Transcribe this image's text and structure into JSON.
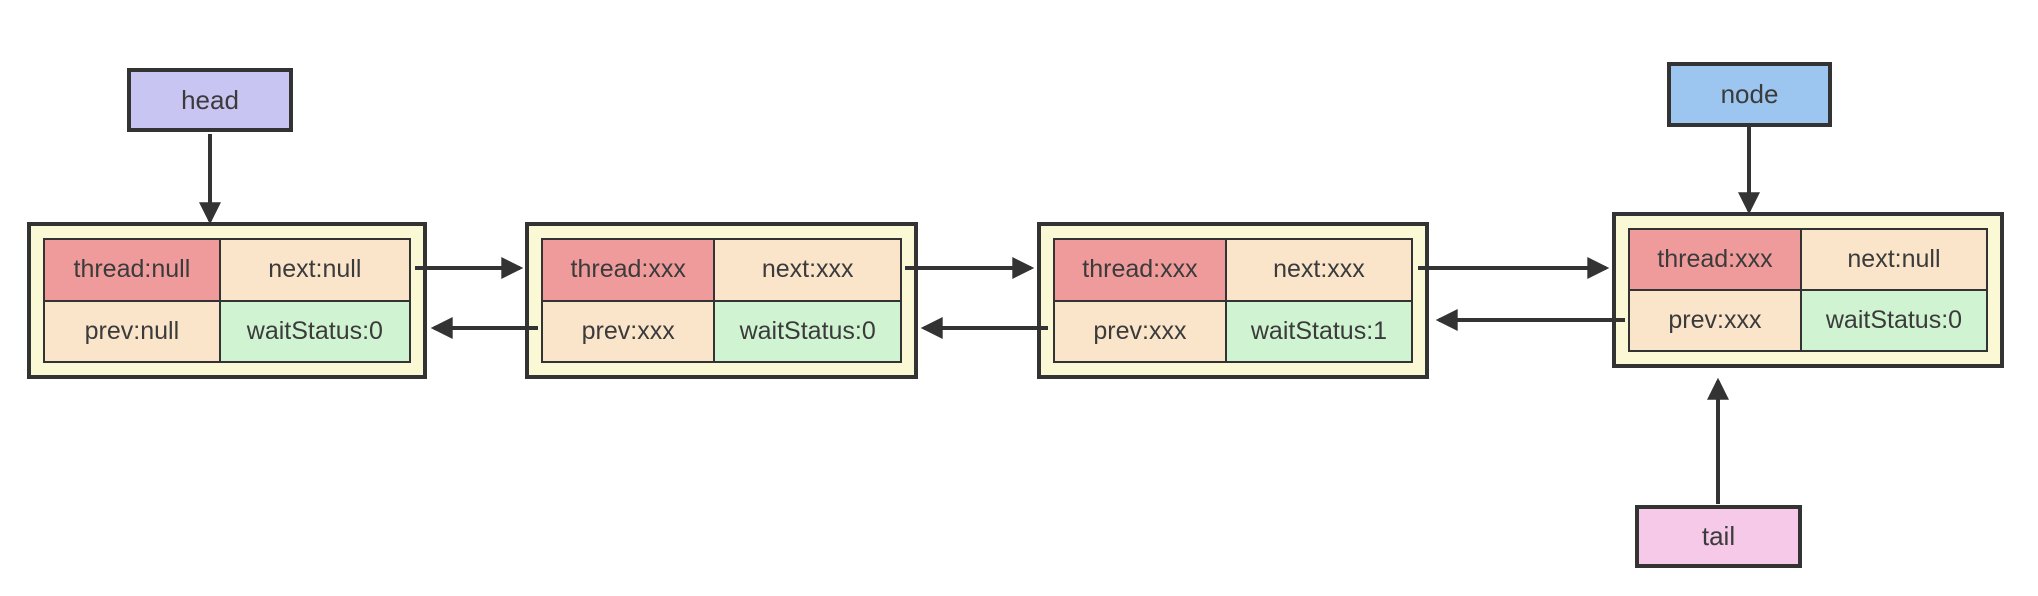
{
  "labels": {
    "head": "head",
    "node": "node",
    "tail": "tail"
  },
  "nodes": [
    {
      "thread": "thread:null",
      "next": "next:null",
      "prev": "prev:null",
      "wait_status": "waitStatus:0"
    },
    {
      "thread": "thread:xxx",
      "next": "next:xxx",
      "prev": "prev:xxx",
      "wait_status": "waitStatus:0"
    },
    {
      "thread": "thread:xxx",
      "next": "next:xxx",
      "prev": "prev:xxx",
      "wait_status": "waitStatus:1"
    },
    {
      "thread": "thread:xxx",
      "next": "next:null",
      "prev": "prev:xxx",
      "wait_status": "waitStatus:0"
    }
  ],
  "edges": [
    {
      "from": "head-label",
      "to": "node-1",
      "type": "pointer-down"
    },
    {
      "from": "node-label",
      "to": "node-4",
      "type": "pointer-down"
    },
    {
      "from": "tail-label",
      "to": "node-4",
      "type": "pointer-up"
    },
    {
      "from": "node-1",
      "to": "node-2",
      "type": "next"
    },
    {
      "from": "node-2",
      "to": "node-1",
      "type": "prev"
    },
    {
      "from": "node-2",
      "to": "node-3",
      "type": "next"
    },
    {
      "from": "node-3",
      "to": "node-2",
      "type": "prev"
    },
    {
      "from": "node-3",
      "to": "node-4",
      "type": "next"
    },
    {
      "from": "node-4",
      "to": "node-3",
      "type": "prev"
    }
  ],
  "colors": {
    "background": "#FFFFFF",
    "outline": "#333333",
    "node_fill": "#FBF8D6",
    "thread_cell_fill": "#F09B9B",
    "link_cell_fill": "#FAE5CB",
    "wait_status_cell_fill": "#D0F3D2",
    "head_label_fill": "#C9C5F2",
    "node_label_fill": "#9CC6F0",
    "tail_label_fill": "#F5C9E7",
    "text": "#3B3B3B"
  }
}
